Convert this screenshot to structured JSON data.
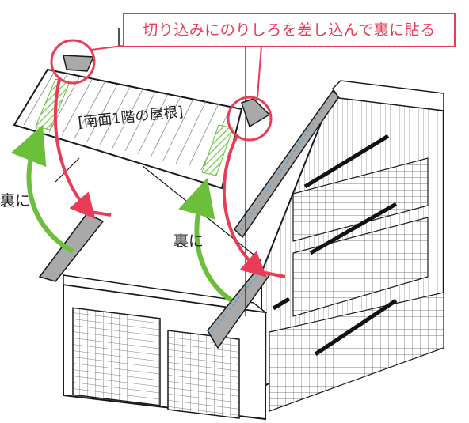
{
  "instruction": "切り込みにのりしろを差し込んで裏に貼る",
  "roof_label": "[南面1階の屋根]",
  "fold_label_left": "裏に",
  "fold_label_right": "裏に",
  "colors": {
    "accent_red": "#e83c57",
    "arrow_green": "#6cbf3a",
    "glue_hatch": "#8fcf6a",
    "line_dark": "#1a1a1a",
    "roof_gray": "#a9a9a9",
    "dash_blue": "#4aa3d8"
  }
}
